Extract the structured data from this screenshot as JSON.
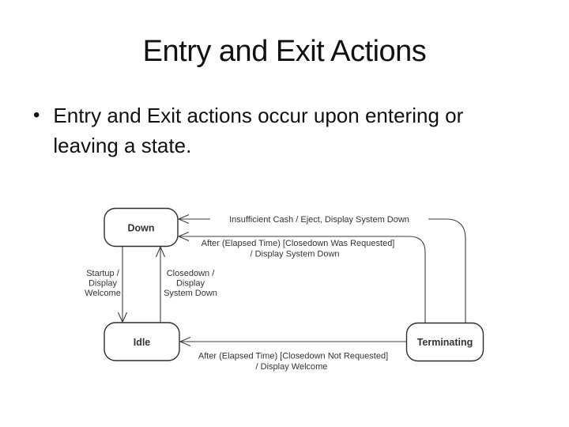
{
  "slide": {
    "title": "Entry and Exit Actions",
    "bullet": {
      "marker": "•",
      "lines": [
        "Entry and Exit actions occur upon entering or",
        "leaving a state."
      ]
    }
  },
  "diagram": {
    "type": "uml-state-diagram",
    "colors": {
      "background": "#ffffff",
      "text": "#111111",
      "diagram_stroke": "#333333"
    },
    "states": [
      {
        "name": "Down"
      },
      {
        "name": "Idle"
      },
      {
        "name": "Terminating"
      }
    ],
    "transitions": [
      {
        "from": "Terminating",
        "to": "Down",
        "label_lines": [
          "Insufficient Cash / Eject, Display System Down"
        ]
      },
      {
        "from": "Terminating",
        "to": "Down",
        "label_lines": [
          "After (Elapsed Time) [Closedown Was Requested]",
          "/ Display System Down"
        ]
      },
      {
        "from": "Down",
        "to": "Idle",
        "label_lines": [
          "Startup /",
          "Display",
          "Welcome"
        ]
      },
      {
        "from": "Idle",
        "to": "Down",
        "label_lines": [
          "Closedown /",
          "Display",
          "System Down"
        ]
      },
      {
        "from": "Terminating",
        "to": "Idle",
        "label_lines": [
          "After (Elapsed Time) [Closedown Not Requested]",
          "/ Display Welcome"
        ]
      }
    ]
  }
}
